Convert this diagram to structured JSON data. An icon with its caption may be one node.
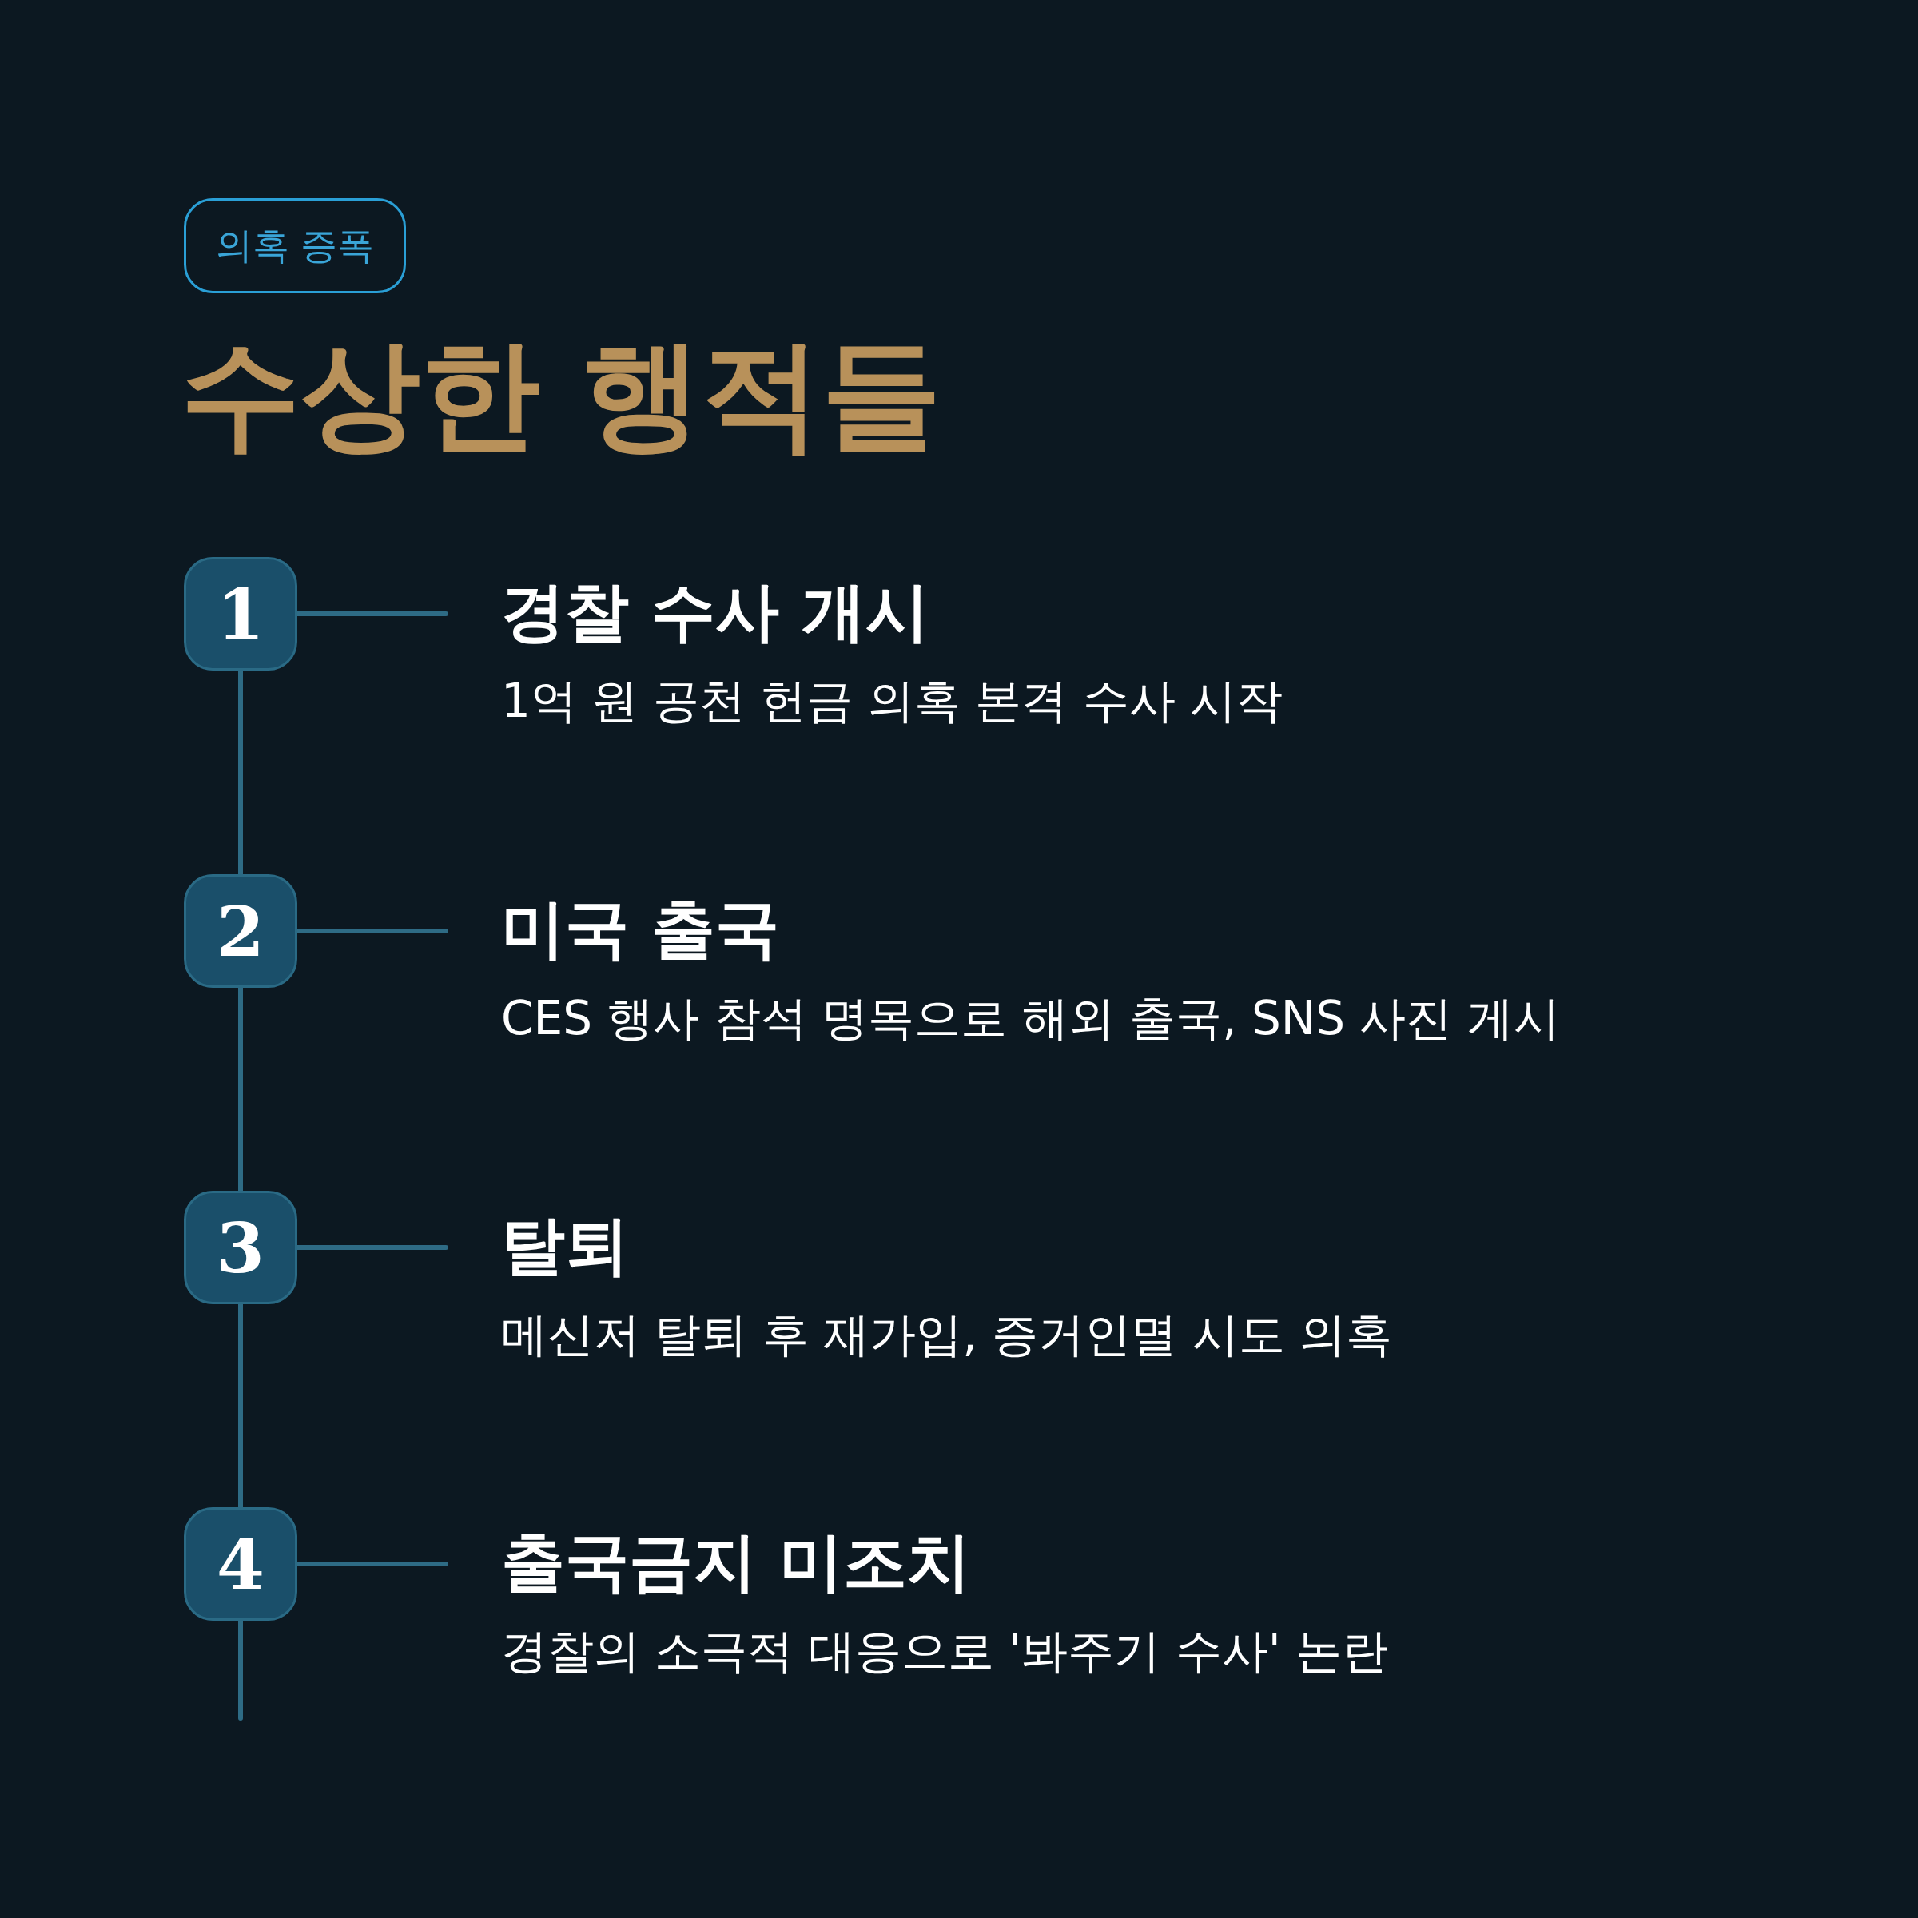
{
  "diagram": {
    "title": "수상한 행적들",
    "nodes": [
      {
        "text": [
          "의혹 증폭"
        ]
      },
      {
        "text": [
          "1"
        ]
      },
      {
        "text": [
          "경찰 수사 개시",
          "1억 원 공천 헌금 의혹 본격 수사 시작"
        ]
      },
      {
        "text": [
          "2"
        ]
      },
      {
        "text": [
          "미국 출국",
          "CES 행사 참석 명목으로 해외 출국, SNS 사진 게시"
        ]
      },
      {
        "text": [
          "3"
        ]
      },
      {
        "text": [
          "탈퇴",
          "메신저 탈퇴 후 재가입, 증거인멸 시도 의혹"
        ]
      },
      {
        "text": [
          "4"
        ]
      },
      {
        "text": [
          "출국금지 미조치",
          "경찰의 소극적 대응으로 '봐주기 수사' 논란"
        ]
      }
    ],
    "edges": [
      {
        "from": 1,
        "to": 2,
        "arrow": "none"
      },
      {
        "from": 1,
        "to": 3,
        "arrow": "none"
      },
      {
        "from": 3,
        "to": 4,
        "arrow": "none"
      },
      {
        "from": 3,
        "to": 5,
        "arrow": "none"
      },
      {
        "from": 5,
        "to": 6,
        "arrow": "none"
      },
      {
        "from": 5,
        "to": 7,
        "arrow": "none"
      },
      {
        "from": 7,
        "to": 8,
        "arrow": "none"
      },
      {
        "from": 7,
        "to": null,
        "arrow": "none"
      }
    ]
  }
}
